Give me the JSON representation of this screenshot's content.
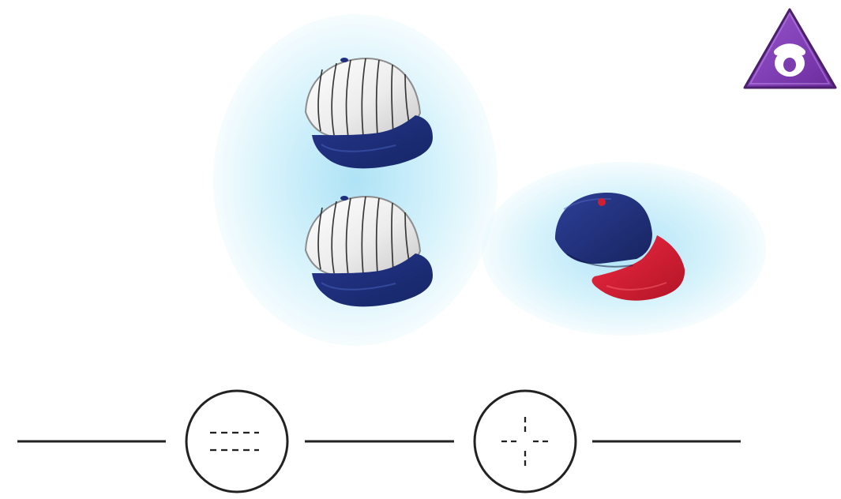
{
  "scene": {
    "items": [
      {
        "name": "pinstripe-cap-1",
        "icon": "pinstripe-baseball-cap-icon"
      },
      {
        "name": "pinstripe-cap-2",
        "icon": "pinstripe-baseball-cap-icon"
      },
      {
        "name": "blue-red-cap",
        "icon": "blue-red-baseball-cap-icon"
      }
    ]
  },
  "badge": {
    "icon": "purple-triangle-badge-icon"
  },
  "bottom_diagram": {
    "line_segments": 3,
    "circles": [
      {
        "icon": "dashed-lines-icon"
      },
      {
        "icon": "dashed-plus-icon"
      }
    ]
  },
  "colors": {
    "cap_blue": "#1f2f7b",
    "cap_red": "#d01f33",
    "pinstripe_white": "#f4f4f4",
    "purple_badge": "#7f3eb6",
    "glow": "#c8eef9",
    "line": "#222222"
  }
}
